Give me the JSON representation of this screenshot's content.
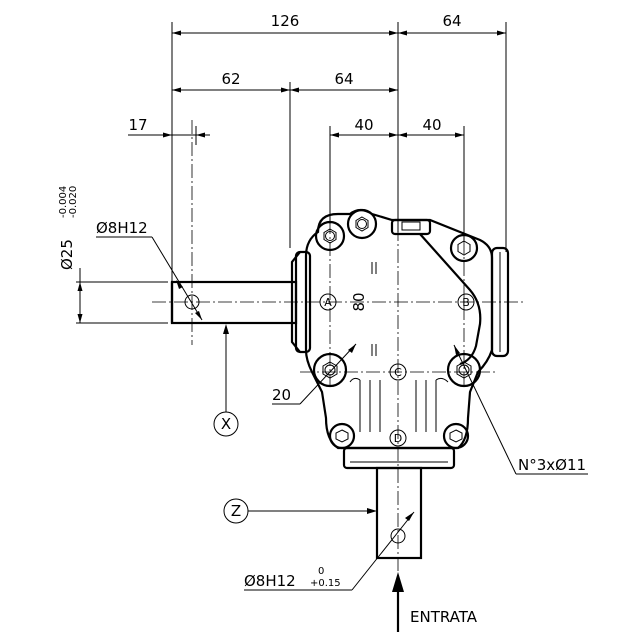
{
  "dimensions": {
    "top_overall": "126",
    "top_right": "64",
    "left_span": "62",
    "middle_span": "64",
    "hole_left": "40",
    "hole_right": "40",
    "shaft_offset": "17",
    "shaft_diameter_main": "Ø25",
    "shaft_tol_upper": "-0.004",
    "shaft_tol_lower": "-0.020",
    "bore_top": "Ø8H12",
    "height_80": "80",
    "radius_20": "20",
    "holes": "N°3xØ11",
    "bore_bottom": "Ø8H12",
    "bore_bottom_tol_upper": "0",
    "bore_bottom_tol_lower": "+0.15"
  },
  "callouts": {
    "X": "X",
    "Z": "Z",
    "A": "A",
    "B": "B",
    "C": "C",
    "D": "D"
  },
  "input_label": "ENTRATA"
}
